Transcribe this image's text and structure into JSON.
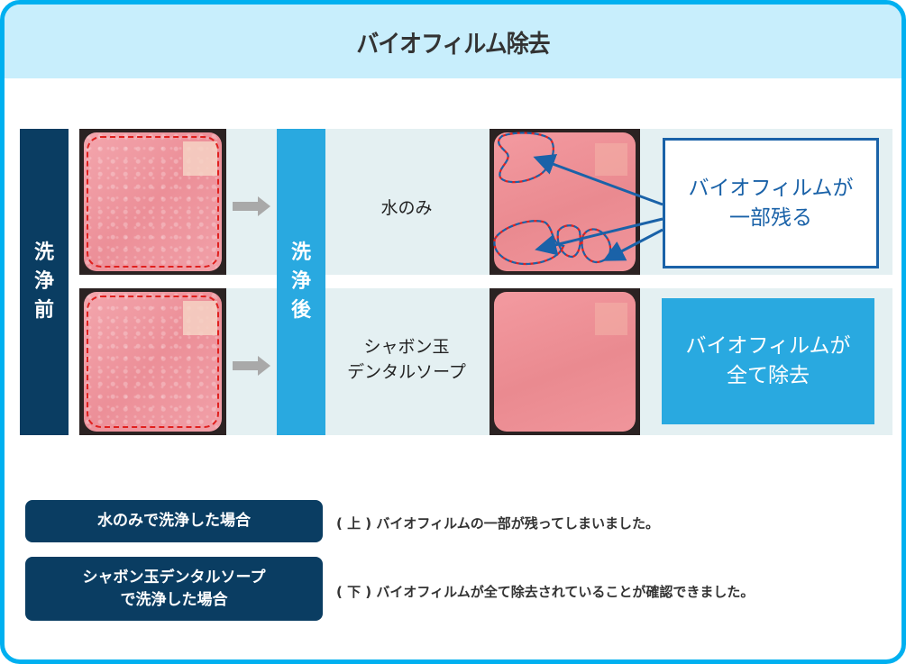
{
  "header": {
    "title": "バイオフィルム除去"
  },
  "stages": {
    "before": {
      "label": "洗浄前",
      "chars": [
        "洗",
        "浄",
        "前"
      ]
    },
    "after": {
      "label": "洗浄後",
      "chars": [
        "洗",
        "浄",
        "後"
      ]
    }
  },
  "rows": [
    {
      "method_lines": [
        "水のみ"
      ],
      "result_lines": [
        "バイオフィルムが",
        "一部残る"
      ],
      "before_photo": "before-cleaning-tile-with-red-dashed-outline",
      "after_photo": "after-cleaning-tile-with-blue-dashed-remaining-biofilm-regions"
    },
    {
      "method_lines": [
        "シャボン玉",
        "デンタルソープ"
      ],
      "result_lines": [
        "バイオフィルムが",
        "全て除去"
      ],
      "before_photo": "before-cleaning-tile-with-red-dashed-outline",
      "after_photo": "after-cleaning-clean-tile"
    }
  ],
  "icons": {
    "arrow": "arrow-right-icon"
  },
  "legend": [
    {
      "badge_lines": [
        "水のみで洗浄した場合"
      ],
      "text": "( 上 ) バイオフィルムの一部が残ってしまいました。"
    },
    {
      "badge_lines": [
        "シャボン玉デンタルソープ",
        "で洗浄した場合"
      ],
      "text": "( 下 ) バイオフィルムが全て除去されていることが確認できました。"
    }
  ],
  "colors": {
    "frame_border": "#00b0f0",
    "header_bg": "#c8eefc",
    "navy": "#0a3d62",
    "sky_blue": "#29a9e0",
    "panel_bg": "#e4f0f2",
    "callout_blue": "#1a62a8",
    "outline_red": "#e0201e"
  }
}
